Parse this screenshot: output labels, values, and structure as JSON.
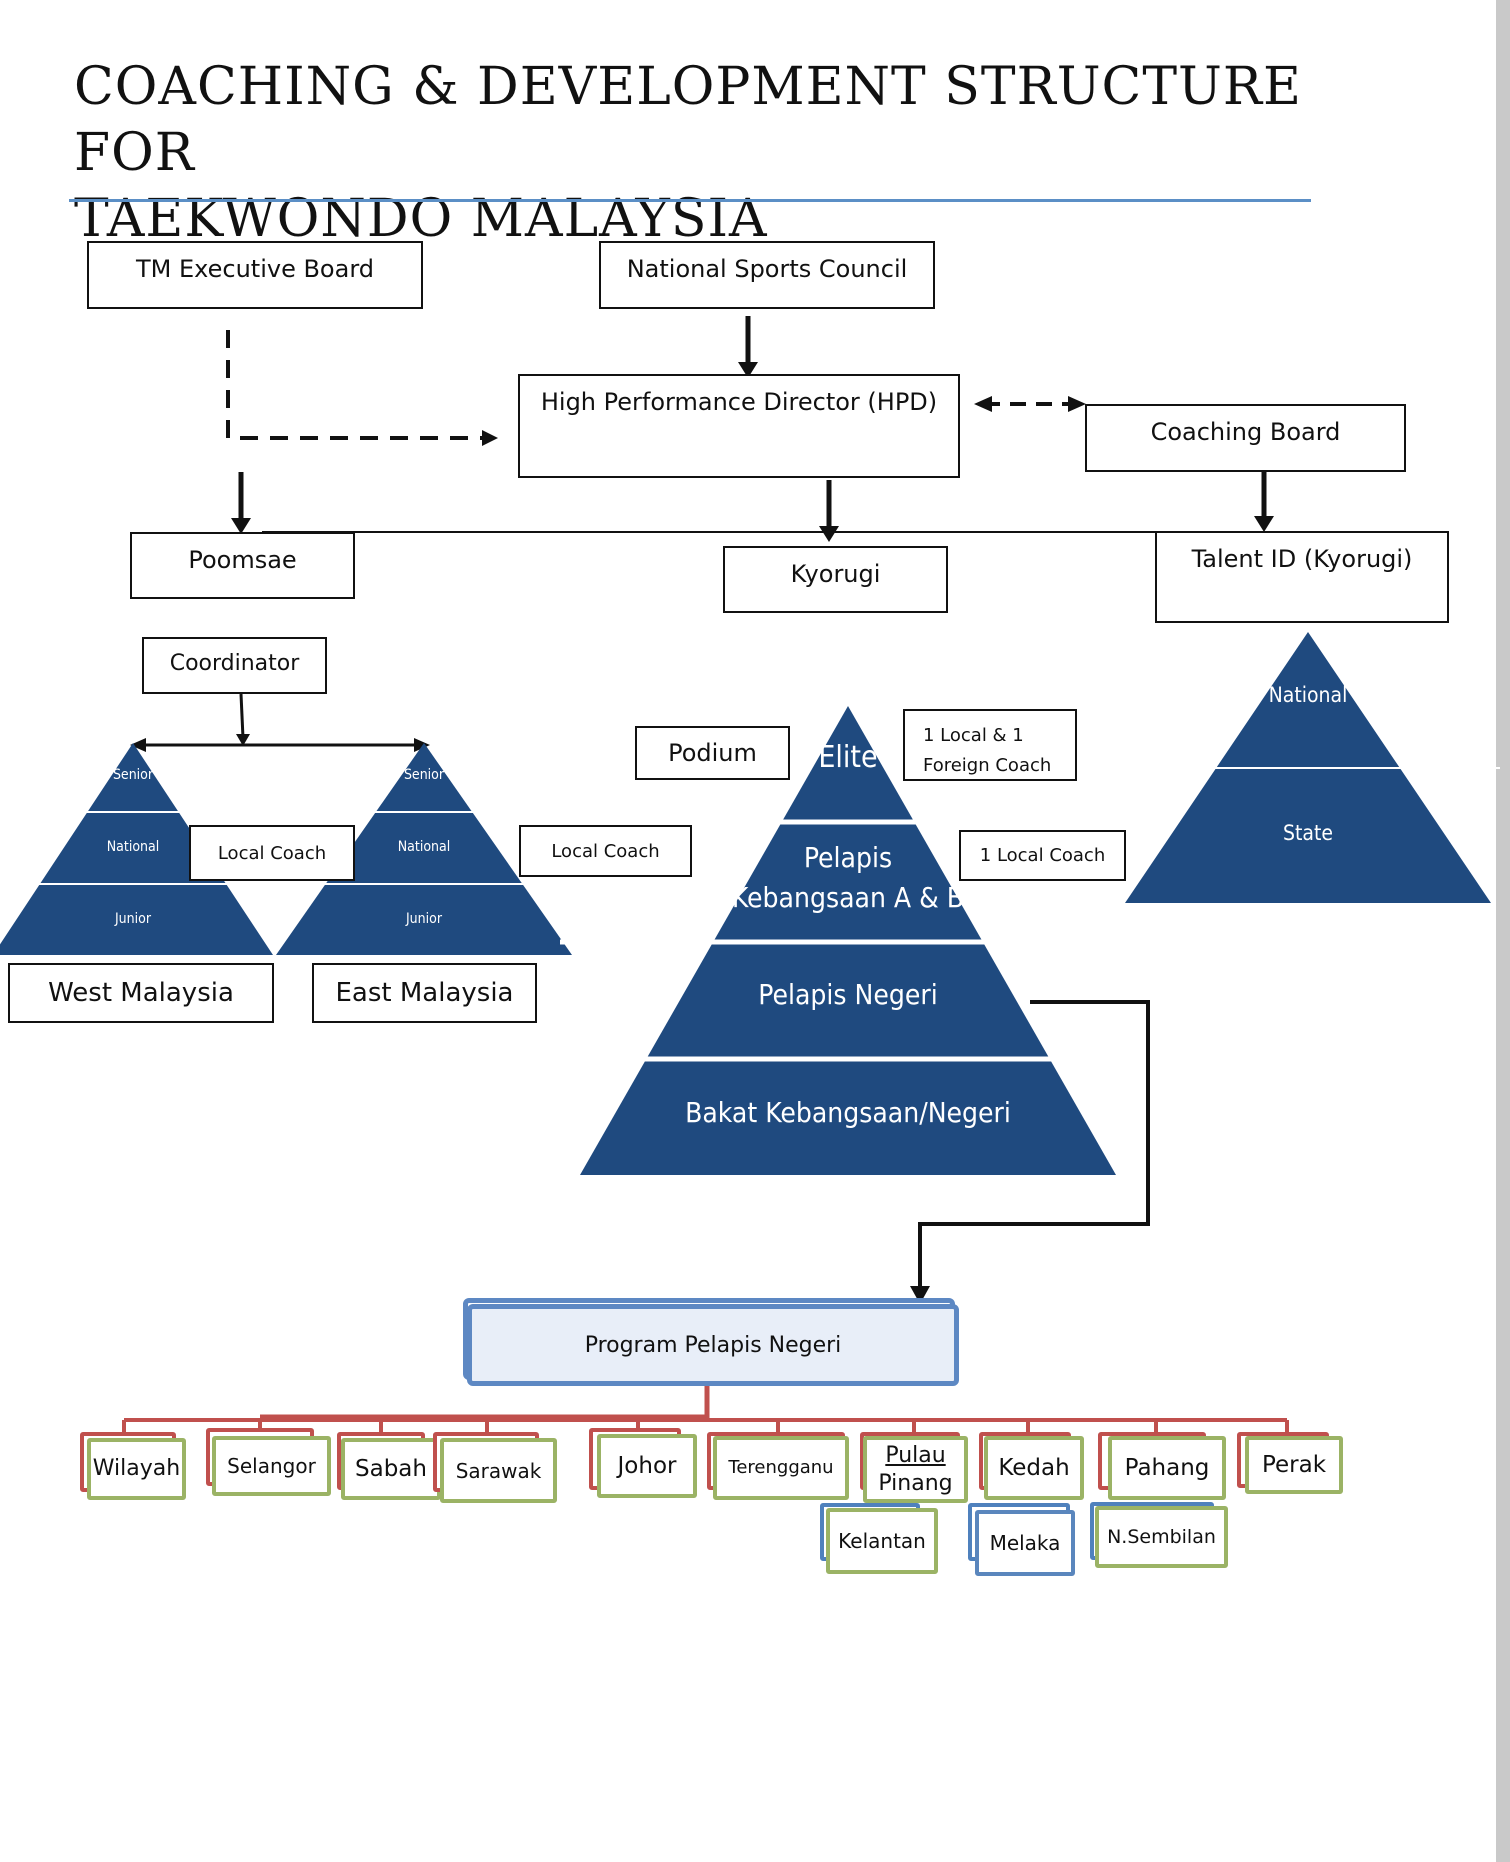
{
  "title": {
    "line1": "COACHING & DEVELOPMENT STRUCTURE FOR",
    "line2": "TAEKWONDO MALAYSIA"
  },
  "nodes": {
    "tm_executive_board": "TM Executive Board",
    "national_sports_council": "National Sports Council",
    "hpd": "High Performance Director (HPD)",
    "coaching_board": "Coaching Board",
    "poomsae": "Poomsae",
    "kyorugi": "Kyorugi",
    "talent_id": "Talent ID (Kyorugi)",
    "coordinator": "Coordinator",
    "local_coach_1": "Local Coach",
    "local_coach_2": "Local Coach",
    "west_malaysia": "West Malaysia",
    "east_malaysia": "East Malaysia",
    "podium": "Podium",
    "elite_coaches": [
      "1 Local & 1",
      "Foreign Coach"
    ],
    "one_local_coach": "1 Local Coach",
    "program_pelapis_negeri": "Program Pelapis Negeri"
  },
  "poomsae_pyramid": {
    "levels": [
      "Senior",
      "National",
      "Junior"
    ]
  },
  "kyorugi_pyramid": {
    "elite": "Elite",
    "pelapis_kebangsaan": [
      "Pelapis",
      "Kebangsaan A & B"
    ],
    "pelapis_negeri": "Pelapis Negeri",
    "bakat": "Bakat Kebangsaan/Negeri"
  },
  "talent_pyramid": {
    "national": "National",
    "state": "State"
  },
  "states": {
    "wilayah": "Wilayah",
    "selangor": "Selangor",
    "sabah": "Sabah",
    "sarawak": "Sarawak",
    "johor": "Johor",
    "terengganu": "Terengganu",
    "pulau_pinang": [
      "Pulau",
      "Pinang"
    ],
    "kedah": "Kedah",
    "pahang": "Pahang",
    "perak": "Perak",
    "kelantan": "Kelantan",
    "melaka": "Melaka",
    "n_sembilan": "N.Sembilan"
  },
  "colors": {
    "pyramid": "#1f4a7f",
    "rule": "#5b8fc6",
    "state_border_green": "#9bb365",
    "state_border_red": "#c0504d",
    "state_border_blue": "#5a86bd"
  }
}
